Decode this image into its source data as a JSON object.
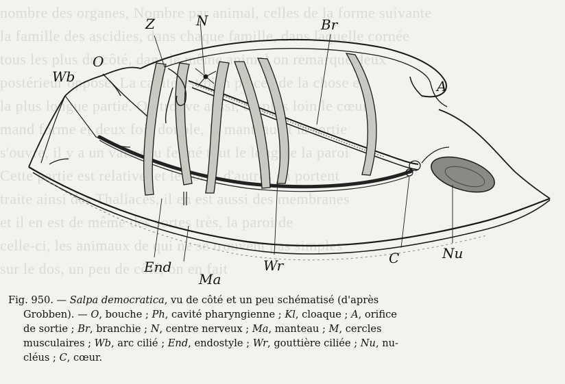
{
  "figure": {
    "labels": {
      "Z": "Z",
      "N": "N",
      "Br": "Br",
      "Wb": "Wb",
      "O": "O",
      "A": "A",
      "C": "C",
      "Nu": "Nu",
      "End": "End",
      "Ma": "Ma",
      "Wr": "Wr"
    }
  },
  "caption": {
    "number": "Fig. 950. —",
    "species": "Salpa democratica",
    "line1_rest": ", vu de côté et un peu schématisé (d'après",
    "line2_a": "Grobben). — ",
    "line2_O": "O",
    "line2_b": ", bouche ; ",
    "line2_Ph": "Ph",
    "line2_c": ", cavité pharyngienne ; ",
    "line2_Kl": "Kl",
    "line2_d": ", cloaque ; ",
    "line2_A": "A",
    "line2_e": ", orifice",
    "line3_a": "de sortie ; ",
    "line3_Br": "Br",
    "line3_b": ", branchie ; ",
    "line3_N": "N",
    "line3_c": ", centre nerveux ; ",
    "line3_Ma": "Ma",
    "line3_d": ", manteau ; ",
    "line3_M": "M",
    "line3_e": ", cercles",
    "line4_a": "musculaires ; ",
    "line4_Wb": "Wb",
    "line4_b": ", arc cilié ; ",
    "line4_End": "End",
    "line4_c": ", endostyle ; ",
    "line4_Wr": "Wr",
    "line4_d": ", gouttière ciliée ; ",
    "line4_Nu": "Nu",
    "line4_e": ", nu-",
    "line5_a": "cléus ; ",
    "line5_C": "C",
    "line5_b": ", cœur."
  }
}
